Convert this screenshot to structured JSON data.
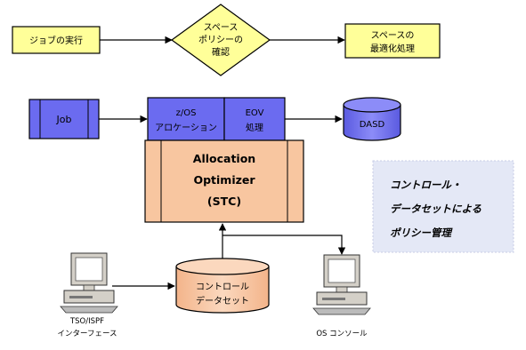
{
  "flow_top": {
    "job_exec": "ジョブの実行",
    "policy_check": [
      "スペース",
      "ポリシーの",
      "確認"
    ],
    "space_optimize": [
      "スペースの",
      "最適化処理"
    ]
  },
  "middle": {
    "job": "Job",
    "mvs_line1": "z/OS",
    "mvs_line2": "アロケーション",
    "eov_line1": "EOV",
    "eov_line2": "処理",
    "dasd": "DASD",
    "optimizer": [
      "Allocation",
      "Optimizer",
      "(STC)"
    ]
  },
  "policy_note": [
    "コントロール・",
    "データセットによる",
    "ポリシー管理"
  ],
  "control_dataset": [
    "コントロール",
    "データセット"
  ],
  "consoles": {
    "tso_label_line1": "TSO/ISPF",
    "tso_label_line2": "インターフェース",
    "os_label": "OS コンソール"
  },
  "colors": {
    "yellow": "#ffff99",
    "blue": "#6b6bf0",
    "orange": "#f8c6a0",
    "note_bg": "#e4e8f6",
    "label_blue": "#4a4ab0"
  }
}
